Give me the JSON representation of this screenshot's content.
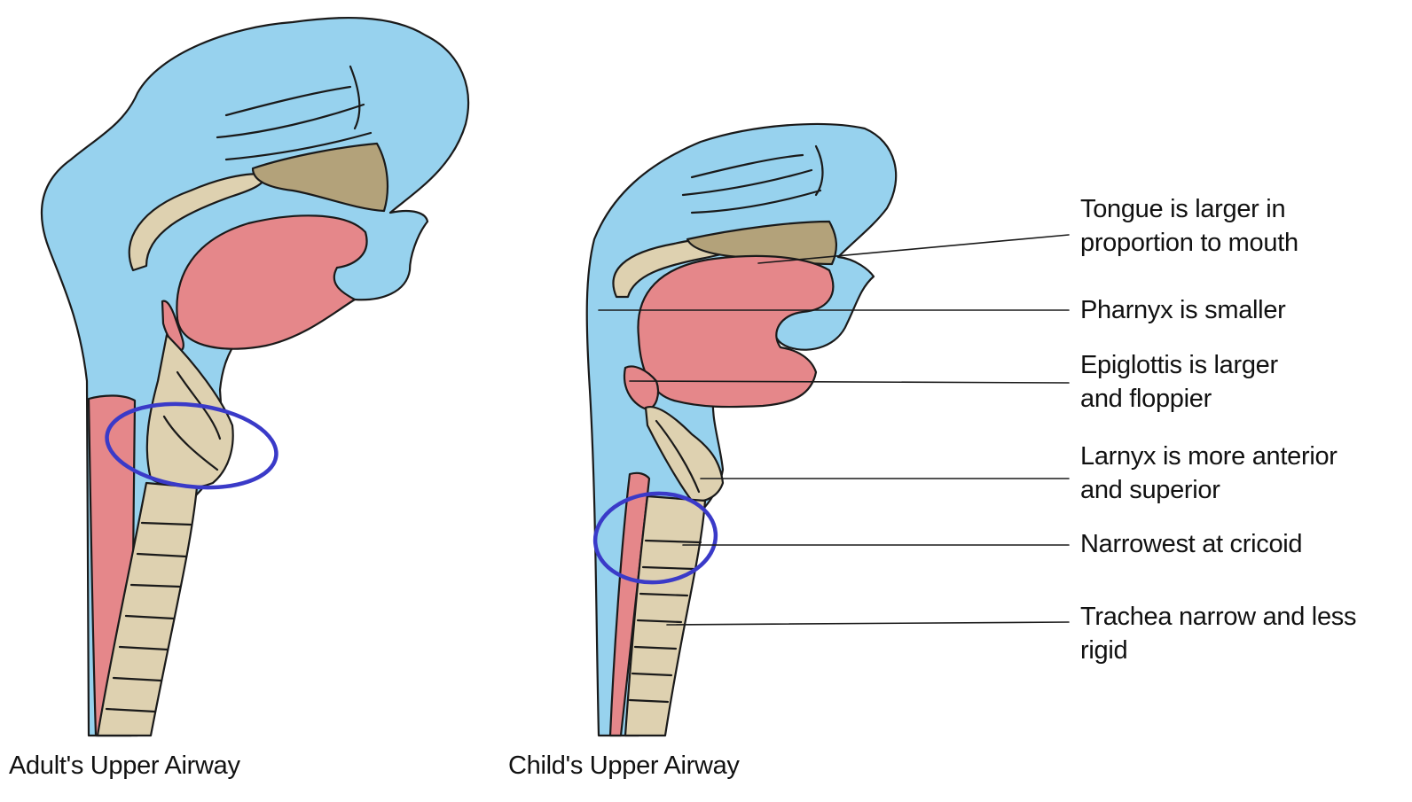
{
  "captions": {
    "adult": "Adult's Upper Airway",
    "child": "Child's Upper Airway"
  },
  "labels": [
    {
      "key": "tongue",
      "lines": [
        "Tongue is larger in",
        "proportion to mouth"
      ]
    },
    {
      "key": "pharynx",
      "lines": [
        "Pharnyx is smaller"
      ]
    },
    {
      "key": "epiglottis",
      "lines": [
        "Epiglottis is larger",
        "and floppier"
      ]
    },
    {
      "key": "larynx",
      "lines": [
        "Larnyx is more anterior",
        "and superior"
      ]
    },
    {
      "key": "cricoid",
      "lines": [
        "Narrowest at cricoid"
      ]
    },
    {
      "key": "trachea",
      "lines": [
        "Trachea narrow and less",
        "rigid"
      ]
    }
  ],
  "colors": {
    "airway_blue": "#97d2ee",
    "tongue_pink": "#e5878a",
    "cartilage_tan": "#ded1b0",
    "palate_brown": "#b3a27a",
    "highlight_ring": "#3a3ac8",
    "outline": "#1a1a1a"
  }
}
